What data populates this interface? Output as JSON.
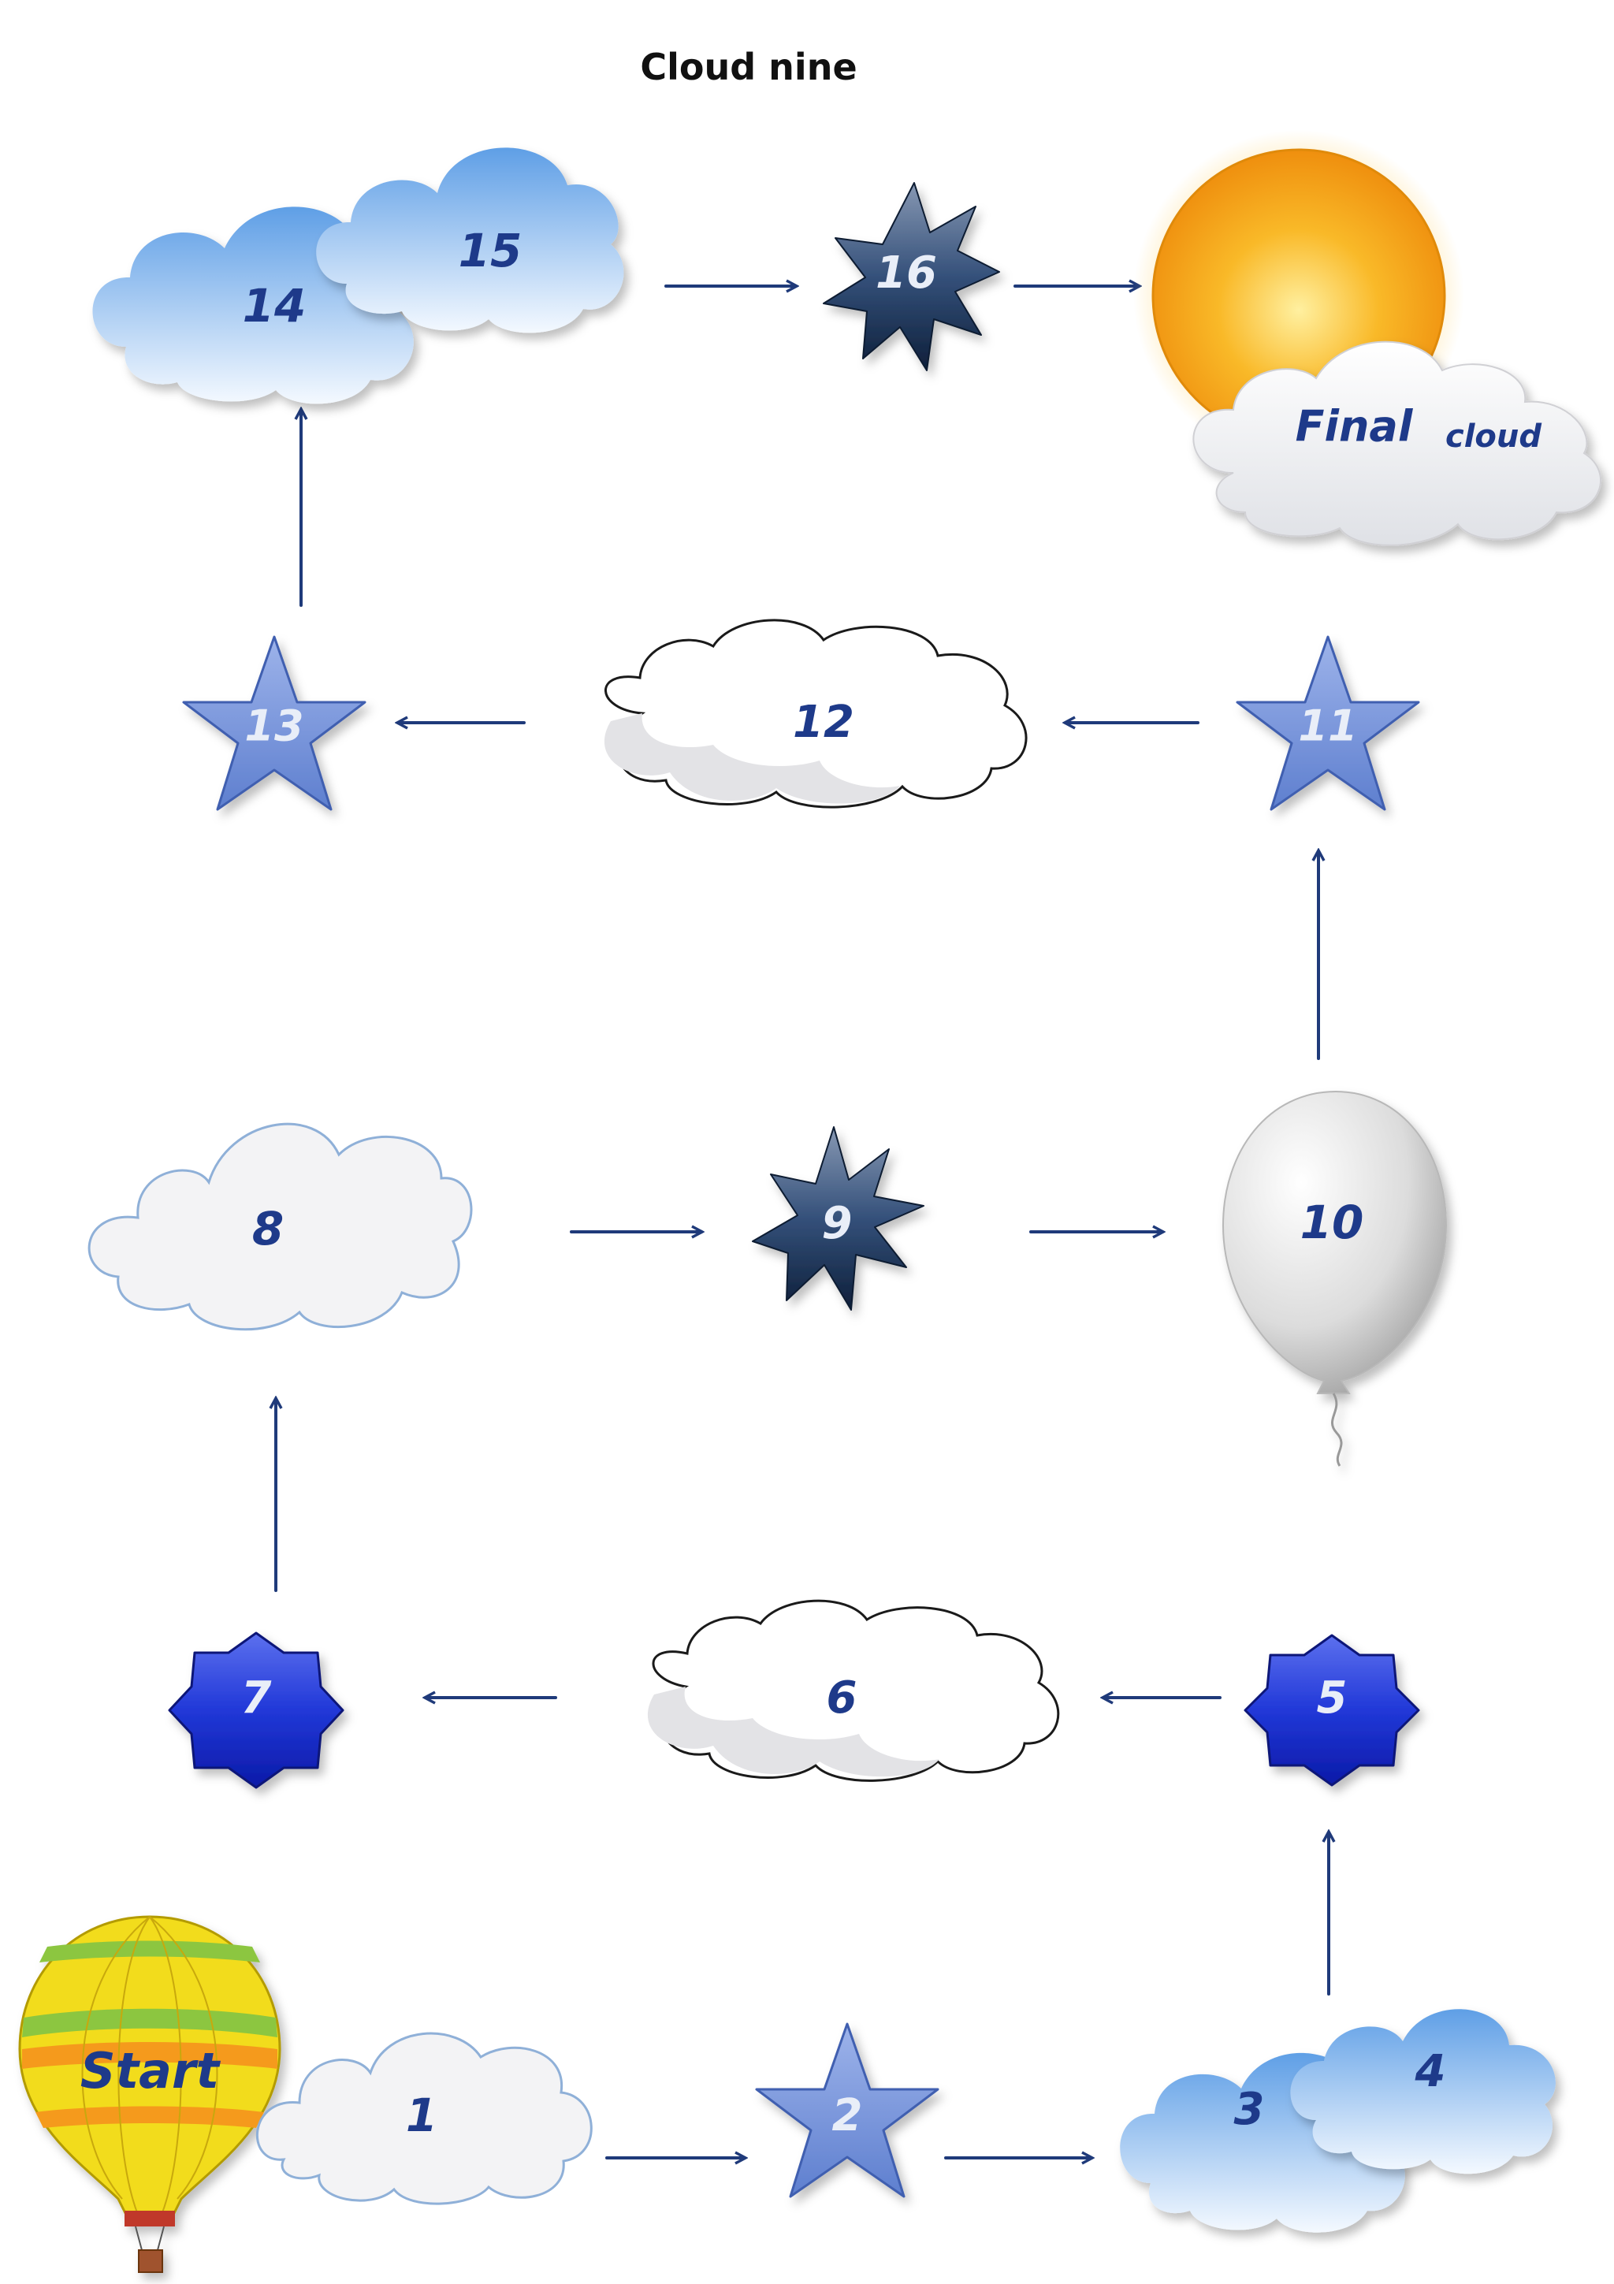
{
  "title": "Cloud nine",
  "spaces": {
    "start": "Start",
    "s1": "1",
    "s2": "2",
    "s3": "3",
    "s4": "4",
    "s5": "5",
    "s6": "6",
    "s7": "7",
    "s8": "8",
    "s9": "9",
    "s10": "10",
    "s11": "11",
    "s12": "12",
    "s13": "13",
    "s14": "14",
    "s15": "15",
    "s16": "16",
    "final_word1": "Final",
    "final_word2": "cloud"
  },
  "colors": {
    "label": "#1e3a8a",
    "arrow": "#1f3a7a",
    "star_blue": "#6f8fd8",
    "star_dark": "#223a5e",
    "cloud_white": "#f2f2f4",
    "cloud_blue": "#7fb2ea",
    "badge_blue": "#1f35d6",
    "sun": "#f7a313"
  },
  "icons": [
    "hot-air-balloon-icon",
    "cloud-icon",
    "star-icon",
    "burst-star-icon",
    "badge-icon",
    "balloon-icon",
    "sun-icon"
  ]
}
